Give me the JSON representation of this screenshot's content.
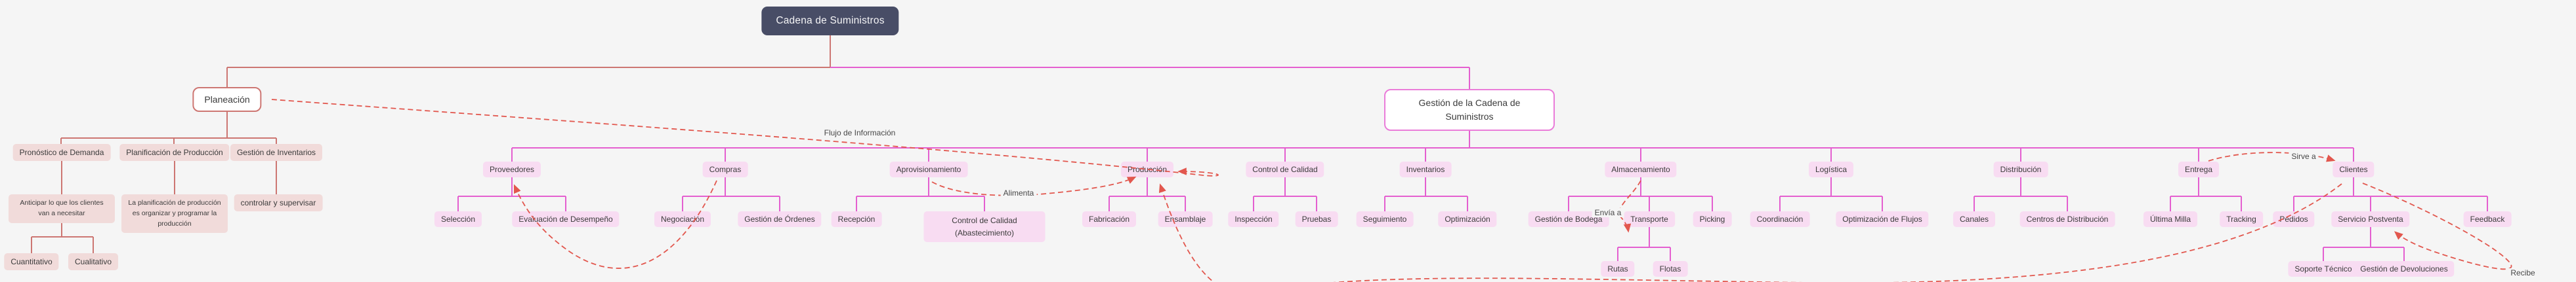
{
  "root": {
    "label": "Cadena de Suministros"
  },
  "branches": {
    "planeacion": {
      "label": "Planeación",
      "children": [
        {
          "label": "Pronóstico de Demanda",
          "note": "Anticipar lo que los clientes van a necesitar",
          "subtopics": [
            "Cuantitativo",
            "Cualitativo"
          ]
        },
        {
          "label": "Planificación de Producción",
          "note": "La planificación de producción es organizar y programar la producción"
        },
        {
          "label": "Gestión de Inventarios",
          "note": "controlar y supervisar"
        }
      ]
    },
    "gestion": {
      "label": "Gestión de la Cadena de Suministros",
      "children": [
        {
          "label": "Proveedores",
          "children": [
            "Selección",
            "Evaluación de Desempeño"
          ]
        },
        {
          "label": "Compras",
          "children": [
            "Negociación",
            "Gestión de Órdenes"
          ]
        },
        {
          "label": "Aprovisionamiento",
          "children": [
            "Recepción",
            "Control de Calidad (Abastecimiento)"
          ]
        },
        {
          "label": "Producción",
          "children": [
            "Fabricación",
            "Ensamblaje"
          ]
        },
        {
          "label": "Control de Calidad",
          "children": [
            "Inspección",
            "Pruebas"
          ]
        },
        {
          "label": "Inventarios",
          "children": [
            "Seguimiento",
            "Optimización"
          ]
        },
        {
          "label": "Almacenamiento",
          "children": [
            "Gestión de Bodega",
            {
              "label": "Transporte",
              "children": [
                "Rutas",
                "Flotas"
              ]
            },
            "Picking"
          ]
        },
        {
          "label": "Logística",
          "children": [
            "Coordinación",
            "Optimización de Flujos"
          ]
        },
        {
          "label": "Distribución",
          "children": [
            "Canales",
            "Centros de Distribución"
          ]
        },
        {
          "label": "Entrega",
          "children": [
            "Última Milla",
            "Tracking"
          ]
        },
        {
          "label": "Clientes",
          "children": [
            "Pedidos",
            {
              "label": "Servicio Postventa",
              "children": [
                "Soporte Técnico",
                "Gestión de Devoluciones"
              ]
            },
            "Feedback"
          ]
        }
      ]
    }
  },
  "relations": [
    {
      "from": "Planeación",
      "to": "Producción",
      "label": "Flujo de Información"
    },
    {
      "from": "Aprovisionamiento",
      "to": "Producción",
      "label": "Alimenta"
    },
    {
      "from": "Almacenamiento",
      "to": "Transporte",
      "label": "Envía a"
    },
    {
      "from": "Entrega",
      "to": "Clientes",
      "label": "Sirve a"
    },
    {
      "from": "Clientes",
      "to": "Servicio Postventa",
      "label": "Recibe"
    },
    {
      "from": "Compras",
      "to": "Proveedores"
    },
    {
      "from": "Clientes",
      "to": "Producción"
    }
  ],
  "colors": {
    "background": "#f5f5f5",
    "root_fill": "#484d66",
    "root_text": "#f4f4f6",
    "planning_branch": "#cd7672",
    "planning_node_fill": "#f1dbda",
    "supply_branch": "#e45fd0",
    "supply_node_fill": "#f8dcf2",
    "relation_arrow": "#e2574e",
    "node_text": "#3b3b3b"
  }
}
